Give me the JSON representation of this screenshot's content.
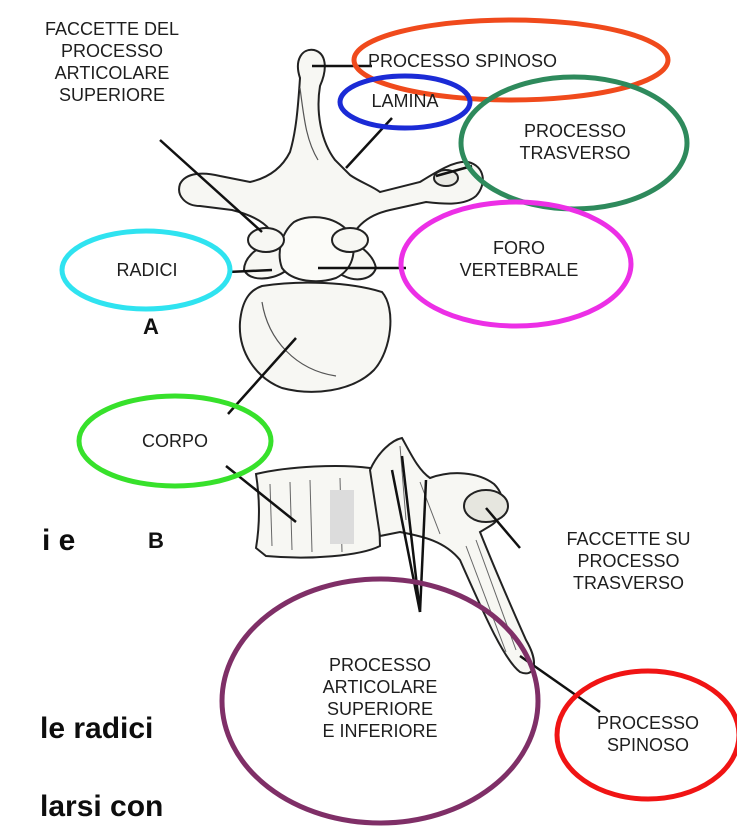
{
  "labels": {
    "faccette_superiore": "FACCETTE DEL\nPROCESSO\nARTICOLARE\nSUPERIORE",
    "processo_spinoso_a": "PROCESSO SPINOSO",
    "lamina": "LAMINA",
    "processo_trasverso": "PROCESSO\nTRASVERSO",
    "radici": "RADICI",
    "foro_vertebrale": "FORO\nVERTEBRALE",
    "fig_a": "A",
    "corpo": "CORPO",
    "fig_b": "B",
    "faccette_su_trasverso": "FACCETTE SU\nPROCESSO\nTRASVERSO",
    "processo_articolare": "PROCESSO\nARTICOLARE\nSUPERIORE\nE INFERIORE",
    "processo_spinoso_b": "PROCESSO\nSPINOSO"
  },
  "background_text": {
    "line1": "i e",
    "line2": "le radici",
    "line3": "larsi con"
  },
  "colors": {
    "processo_spinoso_a": "#f04a1c",
    "lamina": "#1b2bd6",
    "processo_trasverso": "#2e8a5c",
    "radici": "#2fe3f0",
    "foro_vertebrale": "#ec2fe6",
    "corpo": "#37e12b",
    "processo_articolare": "#7f2f67",
    "processo_spinoso_b": "#f01414"
  }
}
